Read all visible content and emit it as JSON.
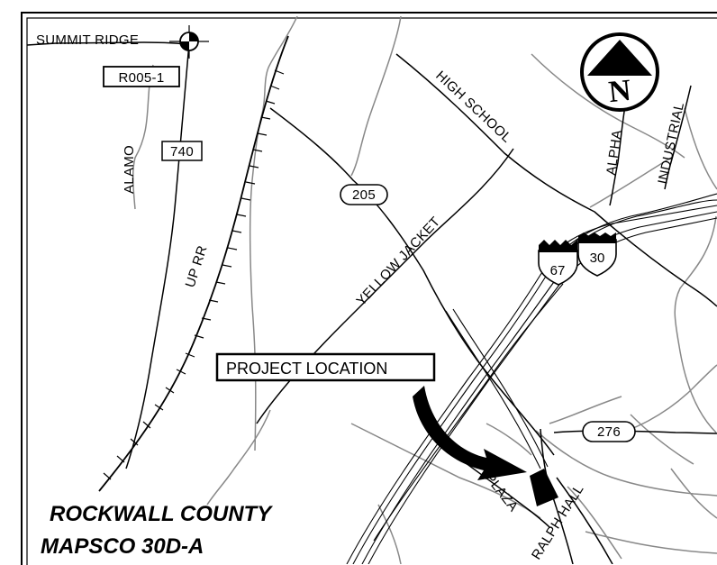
{
  "labels": {
    "summit_ridge": "SUMMIT RIDGE",
    "marker_code": "R005-1",
    "alamo": "ALAMO",
    "route_740": "740",
    "rail": "UP RR",
    "route_205": "205",
    "high_school": "HIGH SCHOOL",
    "yellow_jacket": "YELLOW JACKET",
    "alpha": "ALPHA",
    "industrial": "INDUSTRIAL",
    "interstate_30": "30",
    "us_67": "67",
    "project_location": "PROJECT LOCATION",
    "route_276": "276",
    "plaza": "PLAZA",
    "ralph_hall": "RALPH HALL",
    "county": "ROCKWALL COUNTY",
    "mapsco": "MAPSCO 30D-A",
    "north": "N"
  },
  "icons": [
    "north-arrow-icon",
    "benchmark-icon",
    "interstate-shield-icon",
    "us-route-shield-icon",
    "pointer-arrow-icon"
  ],
  "colors": {
    "ink": "#000000",
    "minor_road": "#888888",
    "paper": "#ffffff"
  }
}
